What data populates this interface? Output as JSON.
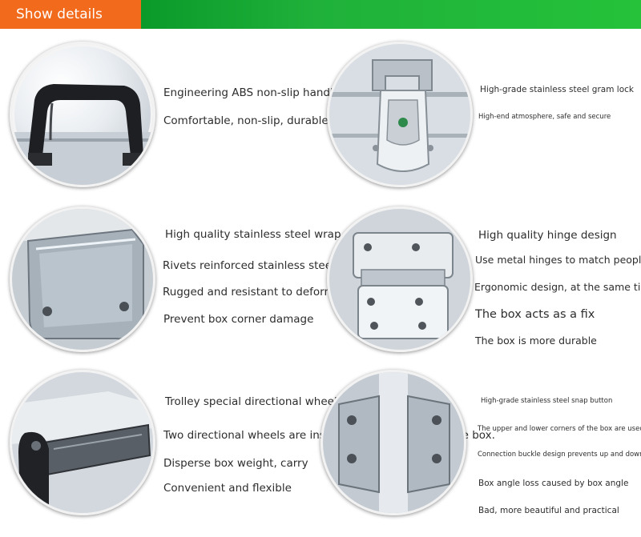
{
  "header": {
    "title": "Show details"
  },
  "features": [
    {
      "lines": [
        "Engineering ABS non-slip handle",
        "Comfortable, non-slip, durable"
      ]
    },
    {
      "lines": [
        "High-grade stainless steel gram lock",
        "High-end atmosphere, safe and secure"
      ]
    },
    {
      "lines": [
        "High quality stainless steel wrap angle",
        "Rivets reinforced stainless steel wrap angles",
        "Rugged and resistant to deformation",
        "Prevent box corner damage"
      ]
    },
    {
      "lines": [
        "High quality hinge design",
        "Use metal hinges to match people",
        "Ergonomic design, at the same time",
        "The box acts as a fix",
        "The box is more durable"
      ]
    },
    {
      "lines": [
        "Trolley special directional wheel",
        "Two directional wheels are installed at the bottom of the box.",
        "Disperse box weight, carry",
        "Convenient and flexible"
      ]
    },
    {
      "lines": [
        "High-grade stainless steel snap button",
        "The upper and lower corners of the box are used",
        "Connection buckle design prevents up and down",
        "Box angle loss caused by box angle",
        "Bad, more beautiful and practical"
      ]
    }
  ],
  "icons": [
    "handle-photo",
    "lock-photo",
    "corner-photo",
    "hinge-photo",
    "wheel-photo",
    "snap-button-photo"
  ],
  "colors": {
    "tab": "#f26a1b",
    "bar": "#1fb13a",
    "text": "#2d2d2d"
  }
}
